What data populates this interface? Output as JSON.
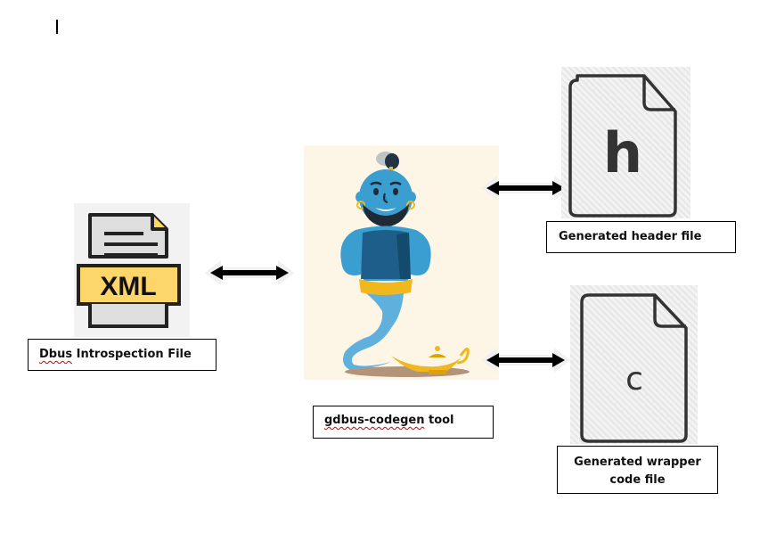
{
  "diagram": {
    "nodes": {
      "input": {
        "icon": "xml-file-icon",
        "icon_text": "XML",
        "label_part1": "Dbus",
        "label_part2": " Introspection File"
      },
      "tool": {
        "icon": "genie-lamp-illustration",
        "label_part1": "gdbus-codegen",
        "label_part2": " tool"
      },
      "header_output": {
        "icon": "header-file-icon",
        "icon_text": "h",
        "label": "Generated header file"
      },
      "wrapper_output": {
        "icon": "c-file-icon",
        "icon_text": "c",
        "label_line1": "Generated wrapper",
        "label_line2": "code file"
      }
    },
    "edges": [
      {
        "from": "input",
        "to": "tool",
        "type": "bidirectional-arrow"
      },
      {
        "from": "tool",
        "to": "header_output",
        "type": "bidirectional-arrow"
      },
      {
        "from": "tool",
        "to": "wrapper_output",
        "type": "bidirectional-arrow"
      }
    ],
    "colors": {
      "xml_band": "#fcd66b",
      "xml_page": "#dedede",
      "genie_skin": "#3a9ed0",
      "genie_vest": "#1d5f8a",
      "gold": "#f0b81c",
      "genie_panel_bg": "#fdf6e6",
      "spellcheck": "#d00000"
    }
  }
}
